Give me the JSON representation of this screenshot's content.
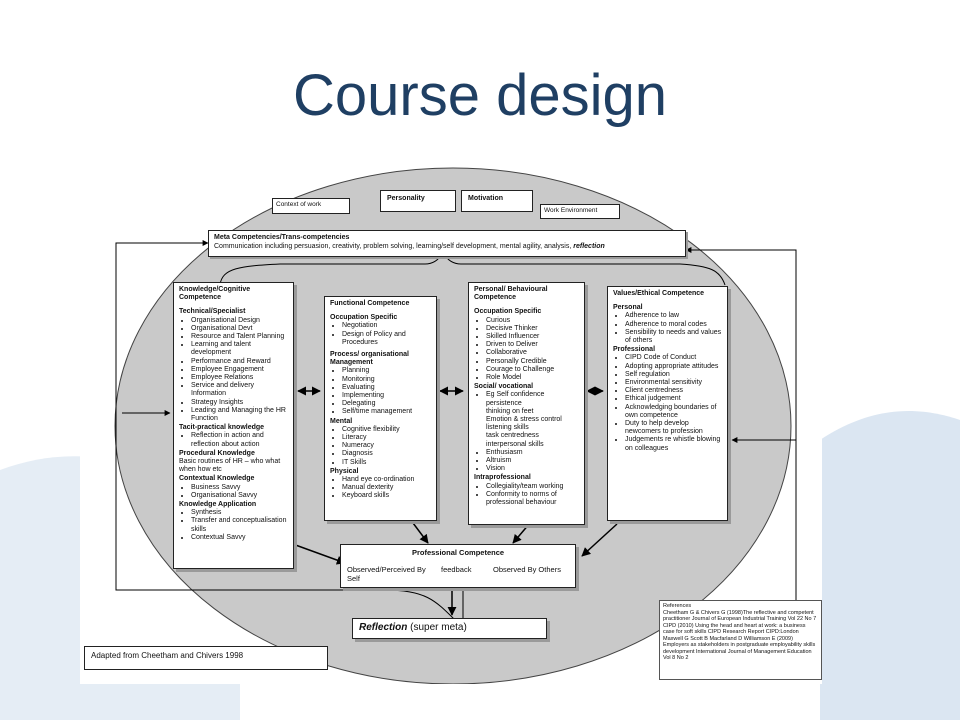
{
  "slide": {
    "title": "Course design"
  },
  "colors": {
    "title": "#1f3f63",
    "ellipse_fill": "#c9c9c9",
    "wave": "#d7e3f1"
  },
  "diagram": {
    "top_boxes": {
      "context": "Context of work",
      "personality": "Personality",
      "motivation": "Motivation",
      "environment": "Work Environment"
    },
    "meta": {
      "title": "Meta Competencies/Trans-competencies",
      "text": "Communication including persuasion, creativity, problem solving, learning/self development, mental agility, analysis,",
      "emph": "reflection"
    },
    "knowledge": {
      "title": "Knowledge/Cognitive Competence",
      "s1": "Technical/Specialist",
      "items1": [
        "Organisational Design",
        "Organisational Devt",
        "Resource and Talent Planning",
        "Learning and talent development",
        "Performance and Reward",
        "Employee Engagement",
        "Employee Relations",
        "Service and delivery Information",
        "Strategy Insights",
        "Leading and Managing the HR Function"
      ],
      "s2": "Tacit-practical knowledge",
      "items2": [
        "Reflection in action and reflection about action"
      ],
      "s3": "Procedural Knowledge",
      "text3": "Basic routines of HR – who what when how etc",
      "s4": "Contextual Knowledge",
      "items4": [
        "Business Savvy",
        "Organisational Savvy"
      ],
      "s5": "Knowledge Application",
      "items5": [
        "Synthesis",
        "Transfer and conceptualisation skills",
        "Contextual Savvy"
      ]
    },
    "functional": {
      "title": "Functional Competence",
      "s1": "Occupation Specific",
      "items1": [
        "Negotiation",
        "Design of Policy and Procedures"
      ],
      "s2": "Process/ organisational Management",
      "items2": [
        "Planning",
        "Monitoring",
        "Evaluating",
        "Implementing",
        "Delegating",
        "Self/time management"
      ],
      "s3": "Mental",
      "items3": [
        "Cognitive flexibility",
        "Literacy",
        "Numeracy",
        "Diagnosis",
        "IT Skills"
      ],
      "s4": "Physical",
      "items4": [
        "Hand eye co-ordination",
        "Manual dexterity",
        "Keyboard skills"
      ]
    },
    "personal": {
      "title": "Personal/ Behavioural Competence",
      "s1": "Occupation Specific",
      "items1": [
        "Curious",
        "Decisive Thinker",
        "Skilled Influencer",
        "Driven to Deliver",
        "Collaborative",
        "Personally Credible",
        "Courage to Challenge",
        "Role Model"
      ],
      "s2": "Social/ vocational",
      "items2": [
        "Eg Self confidence",
        "persistence",
        "thinking on feet",
        "Emotion & stress control",
        "listening skills",
        "task centredness",
        "interpersonal skills",
        "Enthusiasm",
        "Altruism",
        "Vision"
      ],
      "s3": "Intraprofessional",
      "items3": [
        "Collegiality/team working",
        "Conformity to norms of professional behaviour"
      ]
    },
    "values": {
      "title": "Values/Ethical Competence",
      "s1": "Personal",
      "items1": [
        "Adherence to law",
        "Adherence to moral codes",
        "Sensibility to needs and values of others"
      ],
      "s2": "Professional",
      "items2": [
        "CIPD Code of Conduct",
        "Adopting appropriate attitudes",
        "Self regulation",
        "Environmental sensitivity",
        "Client centredness",
        "Ethical judgement",
        "Acknowledging boundaries of own competence",
        "Duty to help develop newcomers to profession",
        "Judgements re whistle blowing on colleagues"
      ]
    },
    "professional": {
      "title": "Professional Competence",
      "left": "Observed/Perceived By Self",
      "mid": "feedback",
      "right": "Observed By Others"
    },
    "reflection": {
      "label": "Reflection",
      "suffix": "(super meta)"
    },
    "adapted": "Adapted from Cheetham and Chivers 1998",
    "references": {
      "title": "References",
      "r1": "Cheetham G & Chivers G (1998)The reflective and competent practitioner Journal of European Industrial Training Vol 22 No 7",
      "r2": "CIPD (2010) Using the head and heart at work: a business case for soft skills CIPD Research Report CIPD:London",
      "r3": "Maxwell G Scott B Macfarland D Williamson E (2009) Employers as stakeholders in postgraduate employability skills development International Journal of Management Education Vol 8 No 2"
    }
  }
}
